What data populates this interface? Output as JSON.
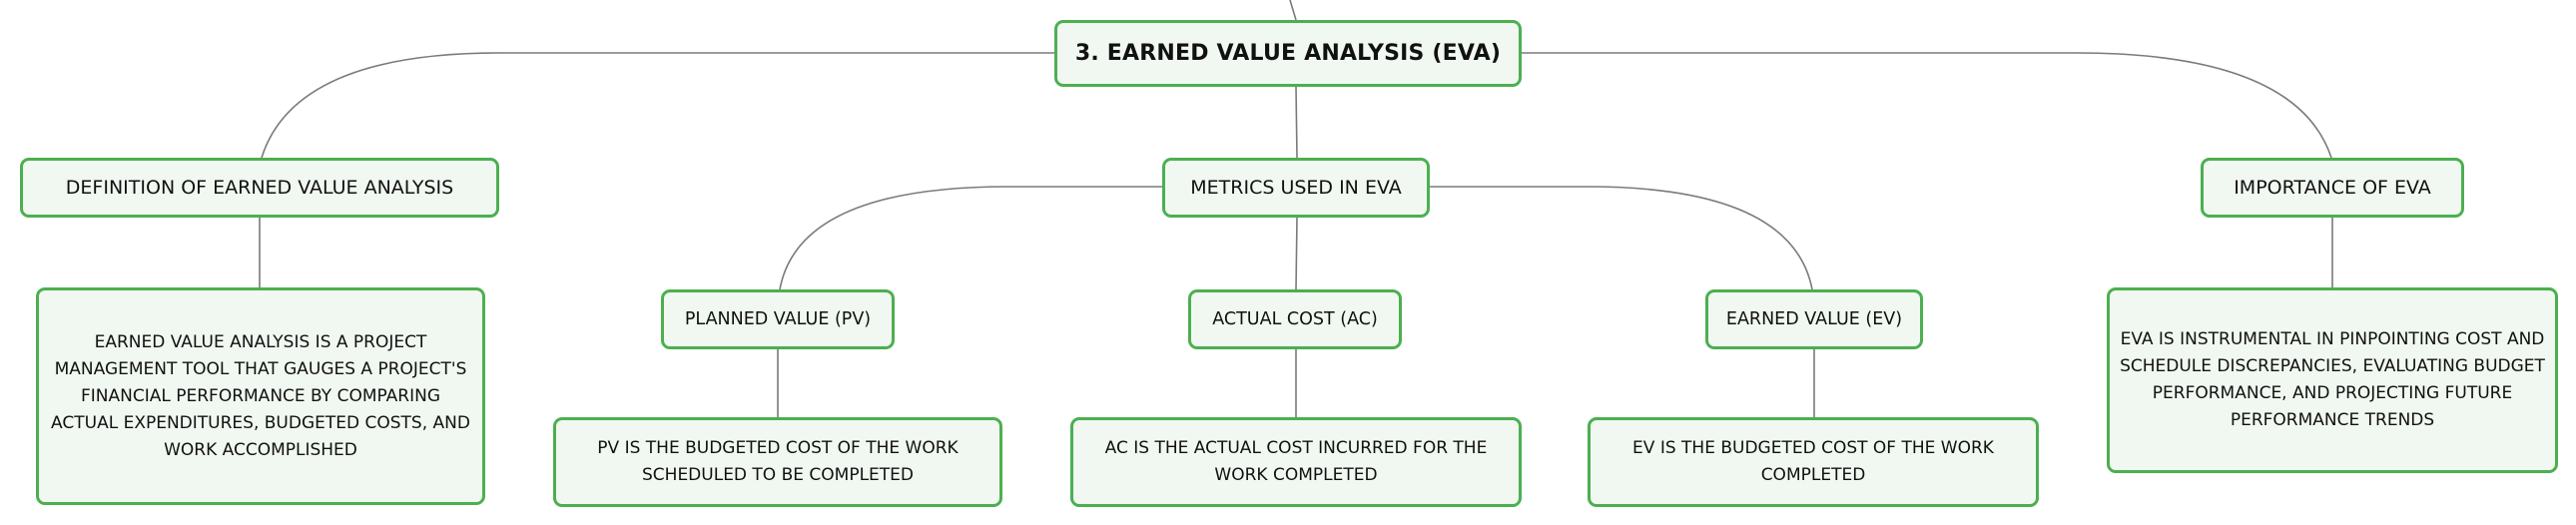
{
  "title": "3. EARNED VALUE ANALYSIS (EVA)",
  "branches": [
    {
      "label": "DEFINITION OF EARNED VALUE ANALYSIS",
      "description": "EARNED VALUE ANALYSIS IS A PROJECT MANAGEMENT TOOL THAT GAUGES A PROJECT'S FINANCIAL PERFORMANCE BY COMPARING ACTUAL EXPENDITURES, BUDGETED COSTS, AND WORK ACCOMPLISHED"
    },
    {
      "label": "METRICS USED IN EVA",
      "children": [
        {
          "label": "PLANNED VALUE (PV)",
          "description": "PV IS THE BUDGETED COST OF THE WORK SCHEDULED TO BE COMPLETED"
        },
        {
          "label": "ACTUAL COST (AC)",
          "description": "AC IS THE ACTUAL COST INCURRED FOR THE WORK COMPLETED"
        },
        {
          "label": "EARNED VALUE (EV)",
          "description": "EV IS THE BUDGETED COST OF THE WORK COMPLETED"
        }
      ]
    },
    {
      "label": "IMPORTANCE OF EVA",
      "description": "EVA IS INSTRUMENTAL IN PINPOINTING COST AND SCHEDULE DISCREPANCIES, EVALUATING BUDGET PERFORMANCE, AND PROJECTING FUTURE PERFORMANCE TRENDS"
    }
  ],
  "colors": {
    "node_border": "#4caf50",
    "node_fill": "#f1f8f1",
    "connector": "#7a7a7a"
  }
}
